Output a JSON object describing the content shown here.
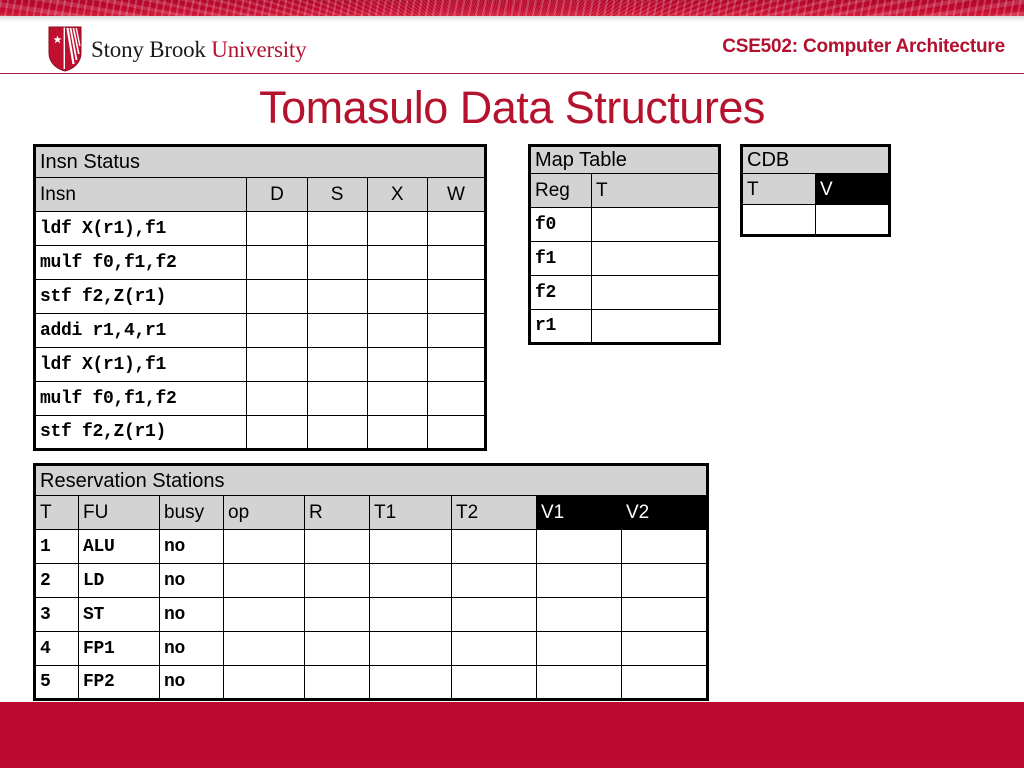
{
  "header": {
    "logo_alt": "Stony Brook University",
    "logo_text_primary": "Stony Brook",
    "logo_text_secondary": "University",
    "course_title": "CSE502: Computer Architecture",
    "brand_color": "#b4102f"
  },
  "slide": {
    "title": "Tomasulo Data Structures",
    "title_color": "#b5122e"
  },
  "insn_status": {
    "title": "Insn Status",
    "columns": [
      "Insn",
      "D",
      "S",
      "X",
      "W"
    ],
    "rows": [
      {
        "insn": "ldf X(r1),f1",
        "D": "",
        "S": "",
        "X": "",
        "W": ""
      },
      {
        "insn": "mulf f0,f1,f2",
        "D": "",
        "S": "",
        "X": "",
        "W": ""
      },
      {
        "insn": "stf f2,Z(r1)",
        "D": "",
        "S": "",
        "X": "",
        "W": ""
      },
      {
        "insn": "addi r1,4,r1",
        "D": "",
        "S": "",
        "X": "",
        "W": ""
      },
      {
        "insn": "ldf X(r1),f1",
        "D": "",
        "S": "",
        "X": "",
        "W": ""
      },
      {
        "insn": "mulf f0,f1,f2",
        "D": "",
        "S": "",
        "X": "",
        "W": ""
      },
      {
        "insn": "stf f2,Z(r1)",
        "D": "",
        "S": "",
        "X": "",
        "W": ""
      }
    ]
  },
  "map_table": {
    "title": "Map Table",
    "columns": [
      "Reg",
      "T"
    ],
    "rows": [
      {
        "reg": "f0",
        "t": ""
      },
      {
        "reg": "f1",
        "t": ""
      },
      {
        "reg": "f2",
        "t": ""
      },
      {
        "reg": "r1",
        "t": ""
      }
    ]
  },
  "cdb": {
    "title": "CDB",
    "columns": [
      "T",
      "V"
    ],
    "rows": [
      {
        "t": "",
        "v": ""
      }
    ]
  },
  "reservation_stations": {
    "title": "Reservation Stations",
    "columns": [
      "T",
      "FU",
      "busy",
      "op",
      "R",
      "T1",
      "T2",
      "V1",
      "V2"
    ],
    "value_columns_highlighted": [
      "V1",
      "V2"
    ],
    "rows": [
      {
        "T": "1",
        "FU": "ALU",
        "busy": "no",
        "op": "",
        "R": "",
        "T1": "",
        "T2": "",
        "V1": "",
        "V2": ""
      },
      {
        "T": "2",
        "FU": "LD",
        "busy": "no",
        "op": "",
        "R": "",
        "T1": "",
        "T2": "",
        "V1": "",
        "V2": ""
      },
      {
        "T": "3",
        "FU": "ST",
        "busy": "no",
        "op": "",
        "R": "",
        "T1": "",
        "T2": "",
        "V1": "",
        "V2": ""
      },
      {
        "T": "4",
        "FU": "FP1",
        "busy": "no",
        "op": "",
        "R": "",
        "T1": "",
        "T2": "",
        "V1": "",
        "V2": ""
      },
      {
        "T": "5",
        "FU": "FP2",
        "busy": "no",
        "op": "",
        "R": "",
        "T1": "",
        "T2": "",
        "V1": "",
        "V2": ""
      }
    ]
  },
  "footer": {
    "bar_color": "#bb0a2e"
  }
}
